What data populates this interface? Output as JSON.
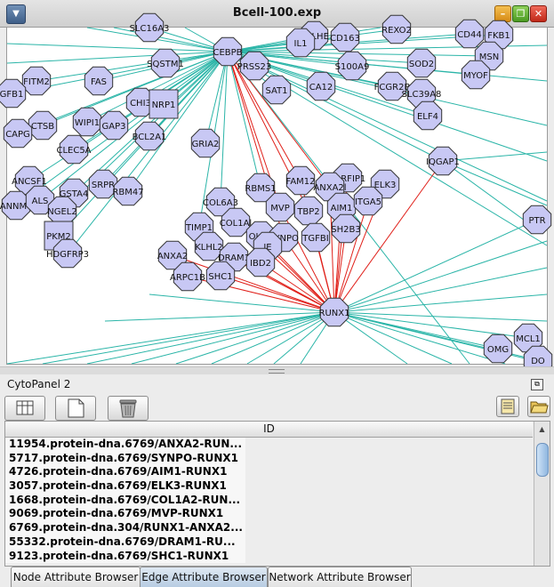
{
  "window": {
    "title": "Bcell-100.exp",
    "menu_icon": "chevron-down-icon",
    "minimize_icon": "minimize-icon",
    "maximize_icon": "maximize-icon",
    "close_icon": "close-icon"
  },
  "network": {
    "node_fill": "#c8c8f4",
    "node_stroke": "#333333",
    "edge_color_pp": "#2bb5a8",
    "edge_color_pd": "#e0201a",
    "nodes": [
      {
        "id": "SLC16A3",
        "label": "SLC16A3"
      },
      {
        "id": "CEBPB",
        "label": "CEBPB"
      },
      {
        "id": "BHLHE",
        "label": "BHLHE"
      },
      {
        "id": "IL1",
        "label": "IL1"
      },
      {
        "id": "CD163",
        "label": "CD163"
      },
      {
        "id": "REXO2",
        "label": "REXO2"
      },
      {
        "id": "CD44",
        "label": "CD44"
      },
      {
        "id": "FKB1",
        "label": "FKB1"
      },
      {
        "id": "SQSTM1",
        "label": "SQSTM1"
      },
      {
        "id": "PRSS23",
        "label": "PRSS23"
      },
      {
        "id": "S100A9",
        "label": "S100A9"
      },
      {
        "id": "SOD2",
        "label": "SOD2"
      },
      {
        "id": "MSN",
        "label": "MSN"
      },
      {
        "id": "MYOF",
        "label": "MYOF"
      },
      {
        "id": "FITM2",
        "label": "FITM2"
      },
      {
        "id": "FAS",
        "label": "FAS"
      },
      {
        "id": "GFB1",
        "label": "GFB1"
      },
      {
        "id": "SAT1",
        "label": "SAT1"
      },
      {
        "id": "CA12",
        "label": "CA12"
      },
      {
        "id": "FCGR2B",
        "label": "FCGR2B"
      },
      {
        "id": "SLC39A8",
        "label": "SLC39A8"
      },
      {
        "id": "CHI3",
        "label": "CHI3"
      },
      {
        "id": "NRP1",
        "label": "NRP1"
      },
      {
        "id": "ELF4",
        "label": "ELF4"
      },
      {
        "id": "CTSB",
        "label": "CTSB"
      },
      {
        "id": "WIPI1",
        "label": "WIPI1"
      },
      {
        "id": "GAP3",
        "label": "GAP3"
      },
      {
        "id": "CAPG",
        "label": "CAPG"
      },
      {
        "id": "BCL2A1",
        "label": "BCL2A1"
      },
      {
        "id": "CLEC5A",
        "label": "CLEC5A"
      },
      {
        "id": "GRIA2",
        "label": "GRIA2"
      },
      {
        "id": "IQGAP1",
        "label": "IQGAP1"
      },
      {
        "id": "ANCSF1",
        "label": "ANCSF1"
      },
      {
        "id": "LRRFIP1",
        "label": "LRRFIP1"
      },
      {
        "id": "FAM12",
        "label": "FAM12"
      },
      {
        "id": "ANXA2l",
        "label": "ANXA2l"
      },
      {
        "id": "ELK3",
        "label": "ELK3"
      },
      {
        "id": "ANNMT",
        "label": "ANNMT"
      },
      {
        "id": "ALS",
        "label": "ALS"
      },
      {
        "id": "GSTA4",
        "label": "GSTA4"
      },
      {
        "id": "SRPR",
        "label": "SRPR"
      },
      {
        "id": "RBM47",
        "label": "RBM47"
      },
      {
        "id": "RBMS1",
        "label": "RBMS1"
      },
      {
        "id": "COL6A3",
        "label": "COL6A3"
      },
      {
        "id": "AIM1",
        "label": "AIM1"
      },
      {
        "id": "ITGA5",
        "label": "ITGA5"
      },
      {
        "id": "NGEL2",
        "label": "NGEL2"
      },
      {
        "id": "MVP",
        "label": "MVP"
      },
      {
        "id": "TBP2",
        "label": "TBP2"
      },
      {
        "id": "PTR",
        "label": "PTR"
      },
      {
        "id": "COL1A",
        "label": "COL1Al"
      },
      {
        "id": "TIMP1",
        "label": "TIMP1"
      },
      {
        "id": "SH2B3",
        "label": "SH2B3"
      },
      {
        "id": "PKM2",
        "label": "PKM2"
      },
      {
        "id": "OL1A",
        "label": "OL1A"
      },
      {
        "id": "SYNPO",
        "label": "SYNPO"
      },
      {
        "id": "TGFBI",
        "label": "TGFBI"
      },
      {
        "id": "KLHL2",
        "label": "KLHL2"
      },
      {
        "id": "IE",
        "label": "IE"
      },
      {
        "id": "HDGFRP3",
        "label": "HDGFRP3"
      },
      {
        "id": "ANXA2",
        "label": "ANXA2"
      },
      {
        "id": "DRAM1",
        "label": "DRAM1"
      },
      {
        "id": "IBD2",
        "label": "IBD2"
      },
      {
        "id": "ARPC1B",
        "label": "ARPC1B"
      },
      {
        "id": "SHC1",
        "label": "SHC1"
      },
      {
        "id": "RUNX1",
        "label": "RUNX1"
      },
      {
        "id": "OMG",
        "label": "OMG"
      },
      {
        "id": "MCL1",
        "label": "MCL1"
      },
      {
        "id": "DO",
        "label": "DO"
      }
    ]
  },
  "cytopanel": {
    "title": "CytoPanel 2",
    "float_icon": "float-panel-icon",
    "toolbar": {
      "select_icon": "select-attributes-icon",
      "new_icon": "new-attribute-icon",
      "delete_icon": "trash-icon",
      "import_icon": "import-table-icon",
      "open_icon": "folder-icon"
    },
    "table": {
      "columns": [
        "ID"
      ],
      "rows": [
        "11954.protein-dna.6769/ANXA2-RUN...",
        "5717.protein-dna.6769/SYNPO-RUNX1",
        "4726.protein-dna.6769/AIM1-RUNX1",
        "3057.protein-dna.6769/ELK3-RUNX1",
        "1668.protein-dna.6769/COL1A2-RUN...",
        "9069.protein-dna.6769/MVP-RUNX1",
        "6769.protein-dna.304/RUNX1-ANXA2...",
        "55332.protein-dna.6769/DRAM1-RU...",
        "9123.protein-dna.6769/SHC1-RUNX1"
      ]
    },
    "tabs": [
      "Node Attribute Browser",
      "Edge Attribute Browser",
      "Network Attribute Browser"
    ]
  }
}
